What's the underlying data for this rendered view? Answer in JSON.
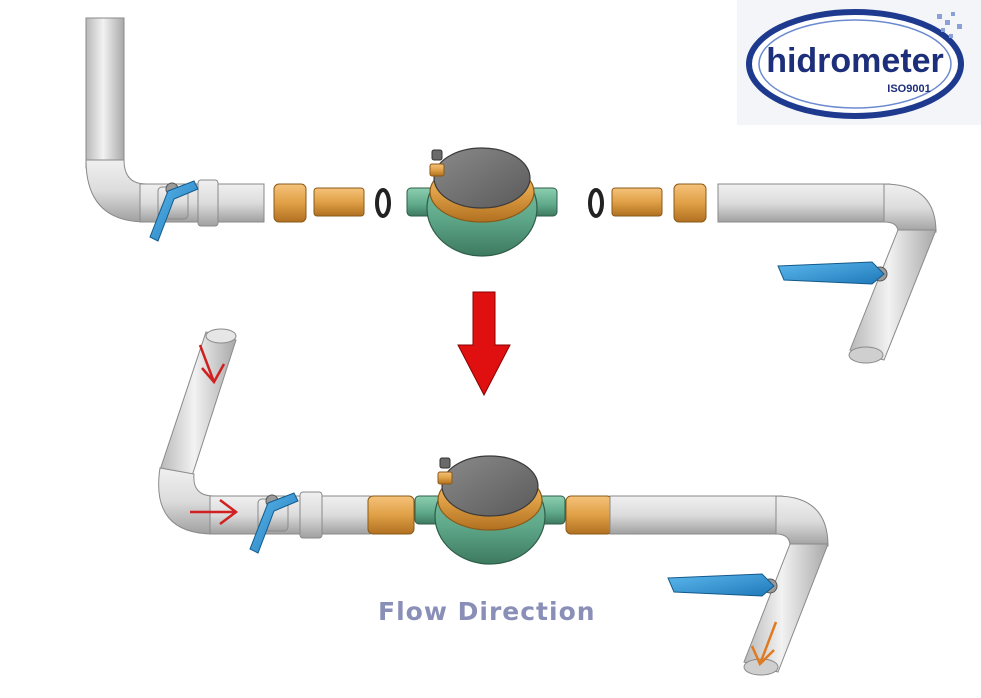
{
  "logo": {
    "brand": "hidrometer",
    "certification": "ISO9001",
    "colors": {
      "ring": "#1d3a8f",
      "text": "#1d2f7a"
    }
  },
  "caption": "Flow Direction",
  "colors": {
    "pipe": "#d9d9d9",
    "valve_handle": "#2b8fd0",
    "brass": "#e0a046",
    "meter_body": "#5fa88a",
    "meter_lid": "#6e6e6e",
    "transition_arrow": "#e01010",
    "flow_arrow_red": "#d02020",
    "flow_arrow_orange": "#e07a20",
    "caption": "#8a8fb8"
  },
  "panels": [
    {
      "name": "disassembled",
      "parts": [
        "pipe-elbow",
        "ball-valve",
        "union-nut",
        "tailpiece",
        "gasket",
        "water-meter",
        "gasket",
        "tailpiece",
        "union-nut",
        "pipe-elbow",
        "ball-valve"
      ]
    },
    {
      "name": "assembled",
      "parts": [
        "pipe-elbow",
        "ball-valve",
        "water-meter",
        "ball-valve",
        "pipe-elbow"
      ]
    }
  ]
}
